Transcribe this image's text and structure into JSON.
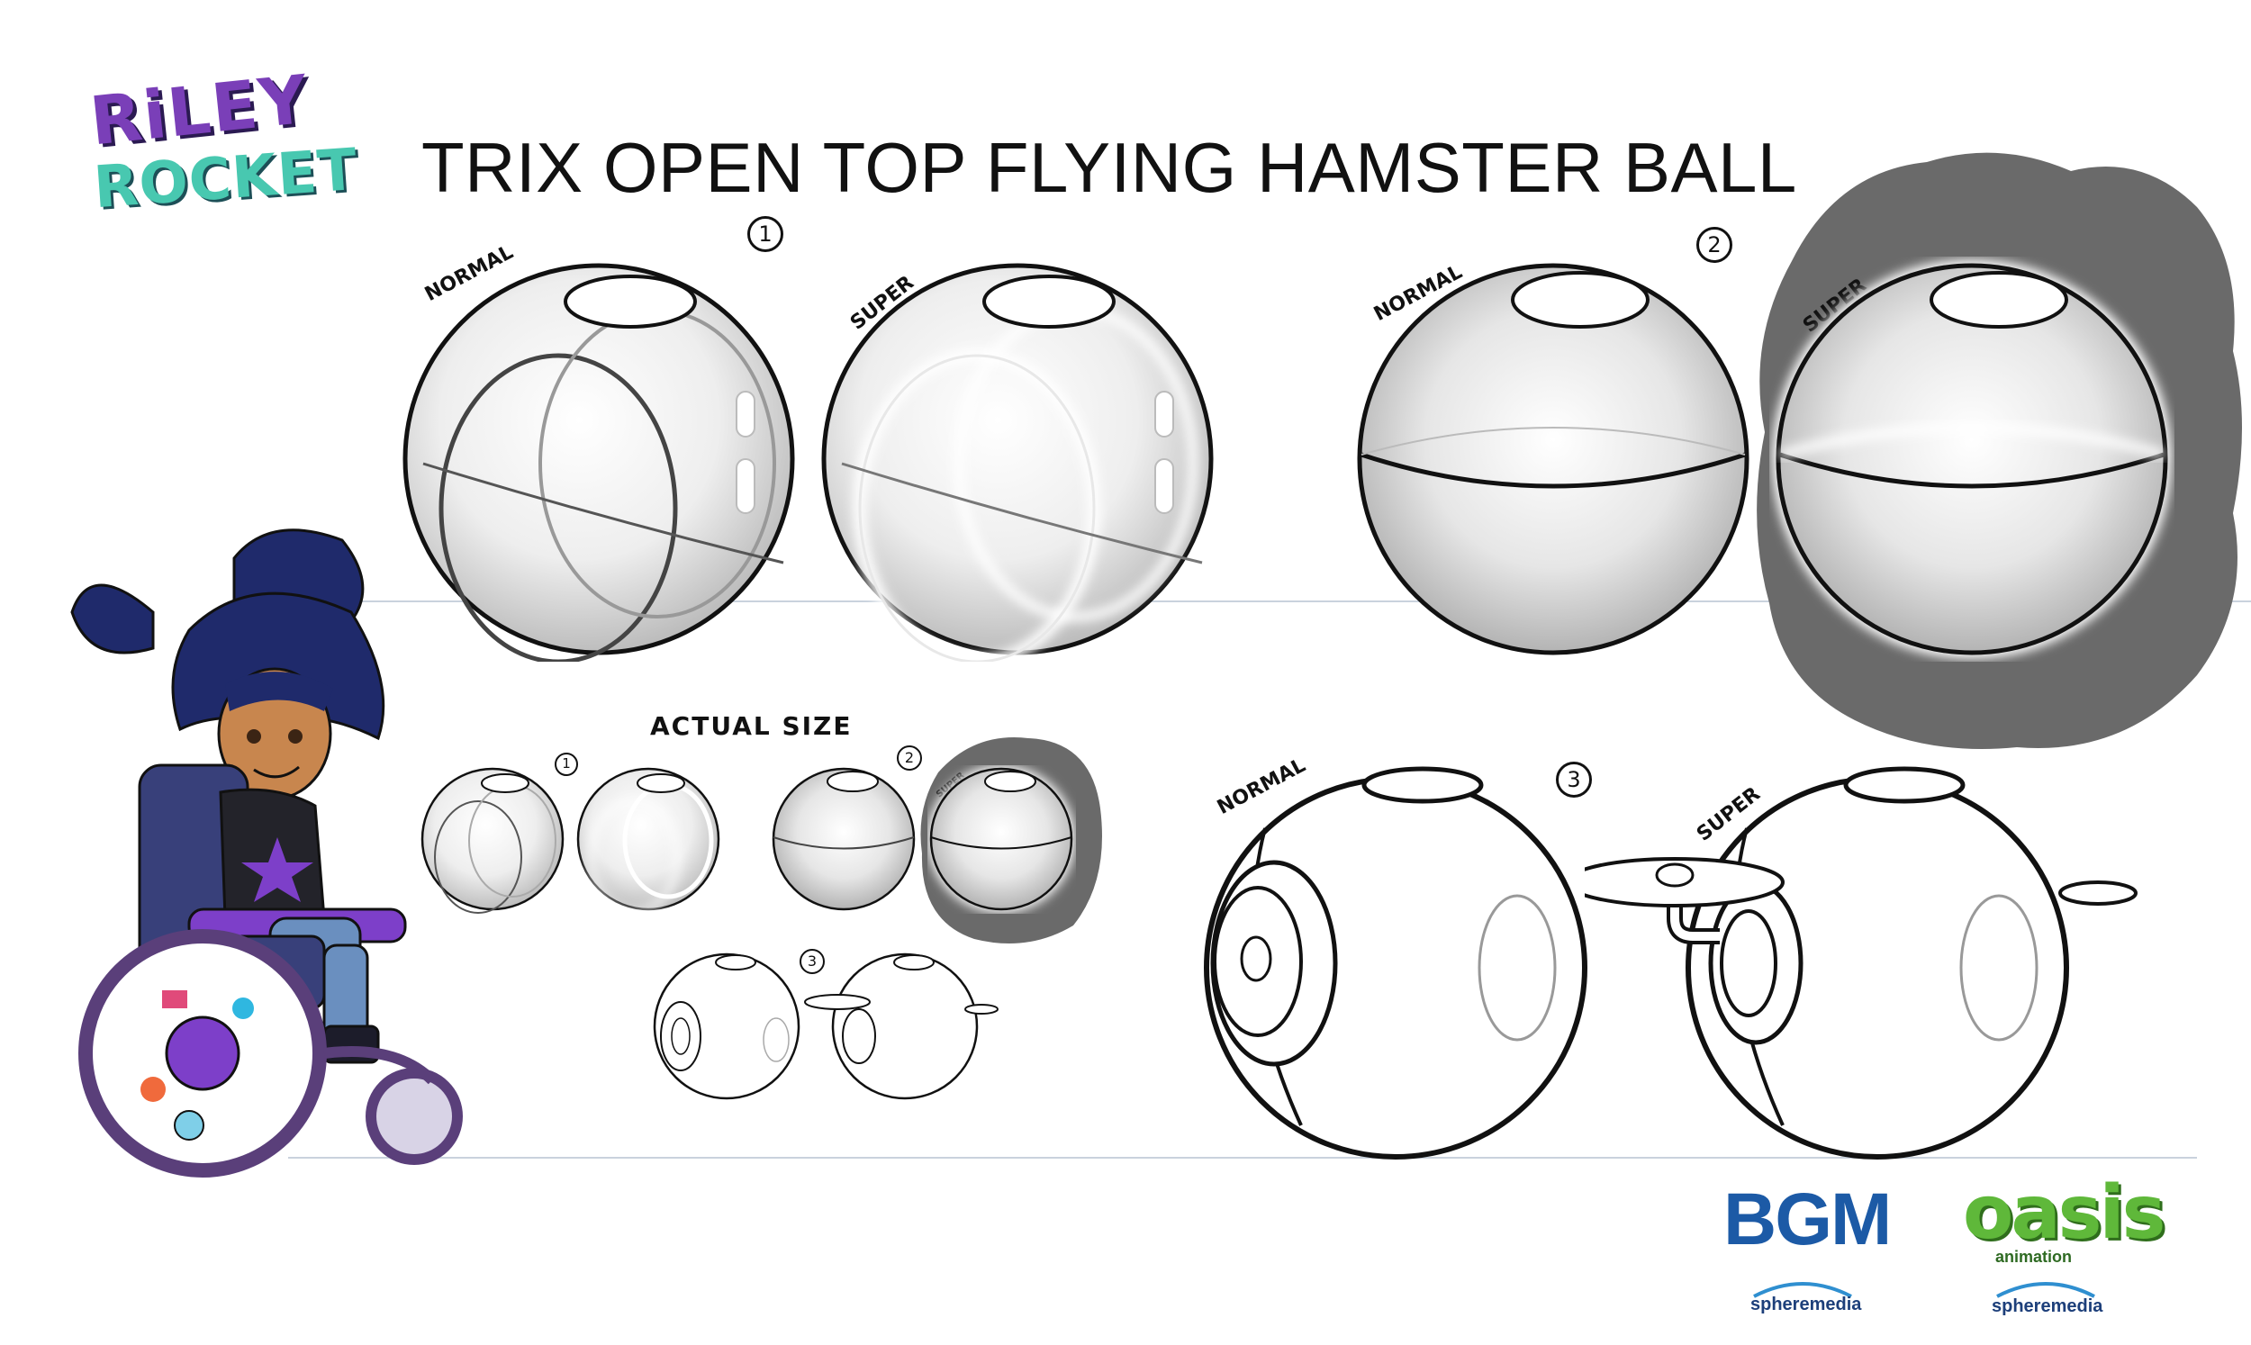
{
  "title": "TRIX OPEN TOP FLYING HAMSTER BALL",
  "logo": {
    "line1": "RiLEY",
    "line2": "ROCKET"
  },
  "concepts": [
    {
      "number": "1",
      "labels": {
        "normal": "NORMAL",
        "super": "SUPER"
      }
    },
    {
      "number": "2",
      "labels": {
        "normal": "NORMAL",
        "super": "SUPER"
      }
    },
    {
      "number": "3",
      "labels": {
        "normal": "NORMAL",
        "super": "SUPER"
      }
    }
  ],
  "actual_size": {
    "heading": "ACTUAL SIZE",
    "numbers": [
      "1",
      "2",
      "3"
    ],
    "small_super_label": "SUPER"
  },
  "credits": {
    "bgm": "BGM",
    "oasis": "oasis",
    "oasis_sub": "animation",
    "sphere_left": "spheremedia",
    "sphere_right": "spheremedia"
  },
  "colors": {
    "ink": "#111111",
    "shadow_gray": "#6a6a6a",
    "logo_purple": "#7a3fb8",
    "logo_teal": "#48c8b0",
    "bgm_blue": "#1c5aa6",
    "oasis_green": "#5fb83a"
  }
}
